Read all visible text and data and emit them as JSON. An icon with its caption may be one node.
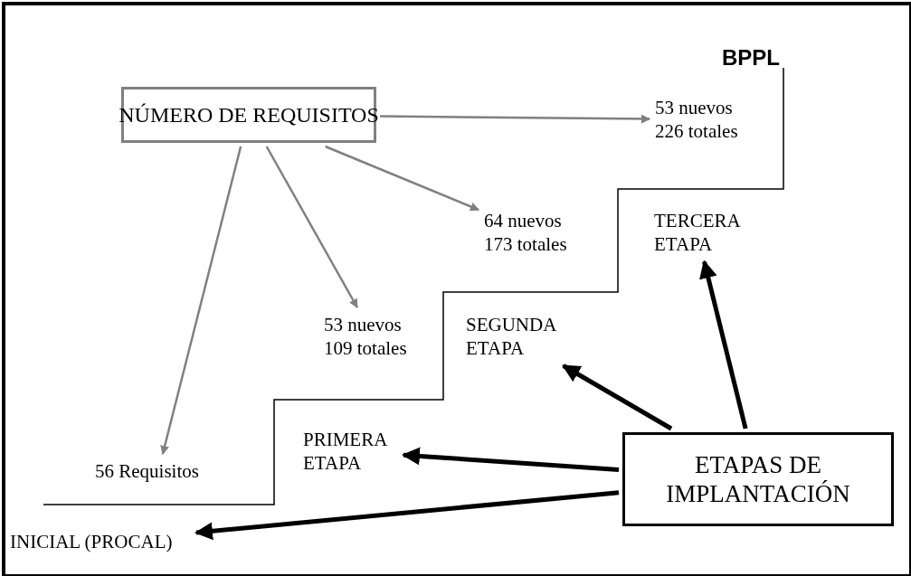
{
  "diagram": {
    "nodes": [
      {
        "text": [
          "NÚMERO DE REQUISITOS"
        ]
      },
      {
        "text": [
          "53 nuevos 226 totales"
        ]
      },
      {
        "text": [
          "64 nuevos 173 totales"
        ]
      },
      {
        "text": [
          "53 nuevos 109 totales"
        ]
      },
      {
        "text": [
          "56 Requisitos"
        ]
      },
      {
        "text": [
          "ETAPAS DE IMPLANTACIÓN"
        ]
      },
      {
        "text": [
          "TERCERA ETAPA"
        ]
      },
      {
        "text": [
          "SEGUNDA ETAPA"
        ]
      },
      {
        "text": [
          "PRIMERA ETAPA"
        ]
      },
      {
        "text": [
          "INICIAL (PROCAL)"
        ]
      }
    ],
    "edges": [
      {
        "from": 0,
        "to": 1,
        "arrow": "to"
      },
      {
        "from": 0,
        "to": 2,
        "arrow": "to"
      },
      {
        "from": 0,
        "to": 3,
        "arrow": "to"
      },
      {
        "from": 0,
        "to": 4,
        "arrow": "to"
      },
      {
        "from": 5,
        "to": 6,
        "arrow": "to",
        "style": "thick",
        "color": "#000000"
      },
      {
        "from": 5,
        "to": 7,
        "arrow": "to",
        "style": "thick",
        "color": "#000000"
      },
      {
        "from": 5,
        "to": 8,
        "arrow": "to",
        "style": "thick",
        "color": "#000000"
      },
      {
        "from": 5,
        "to": 9,
        "arrow": "to",
        "style": "thick",
        "color": "#000000"
      }
    ],
    "labels": [
      "BPPL"
    ]
  }
}
